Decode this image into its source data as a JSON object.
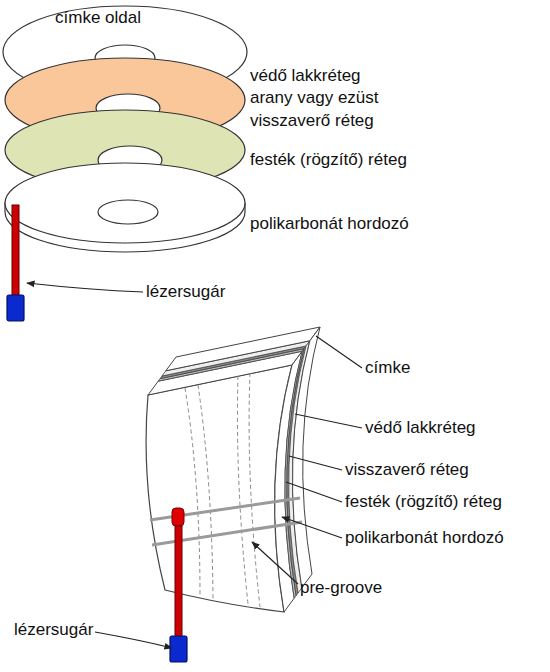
{
  "diagram": {
    "labels": [
      "címke oldal",
      "védő lakkréteg",
      "arany vagy ezüst visszaverő réteg",
      "festék (rögzítő) réteg",
      "polikarbonát hordozó",
      "lézersugár",
      "címke",
      "védő lakkréteg",
      "visszaverő réteg",
      "festék (rögzítő) réteg",
      "polikarbonát hordozó",
      "pre-groove",
      "lézersugár"
    ]
  }
}
